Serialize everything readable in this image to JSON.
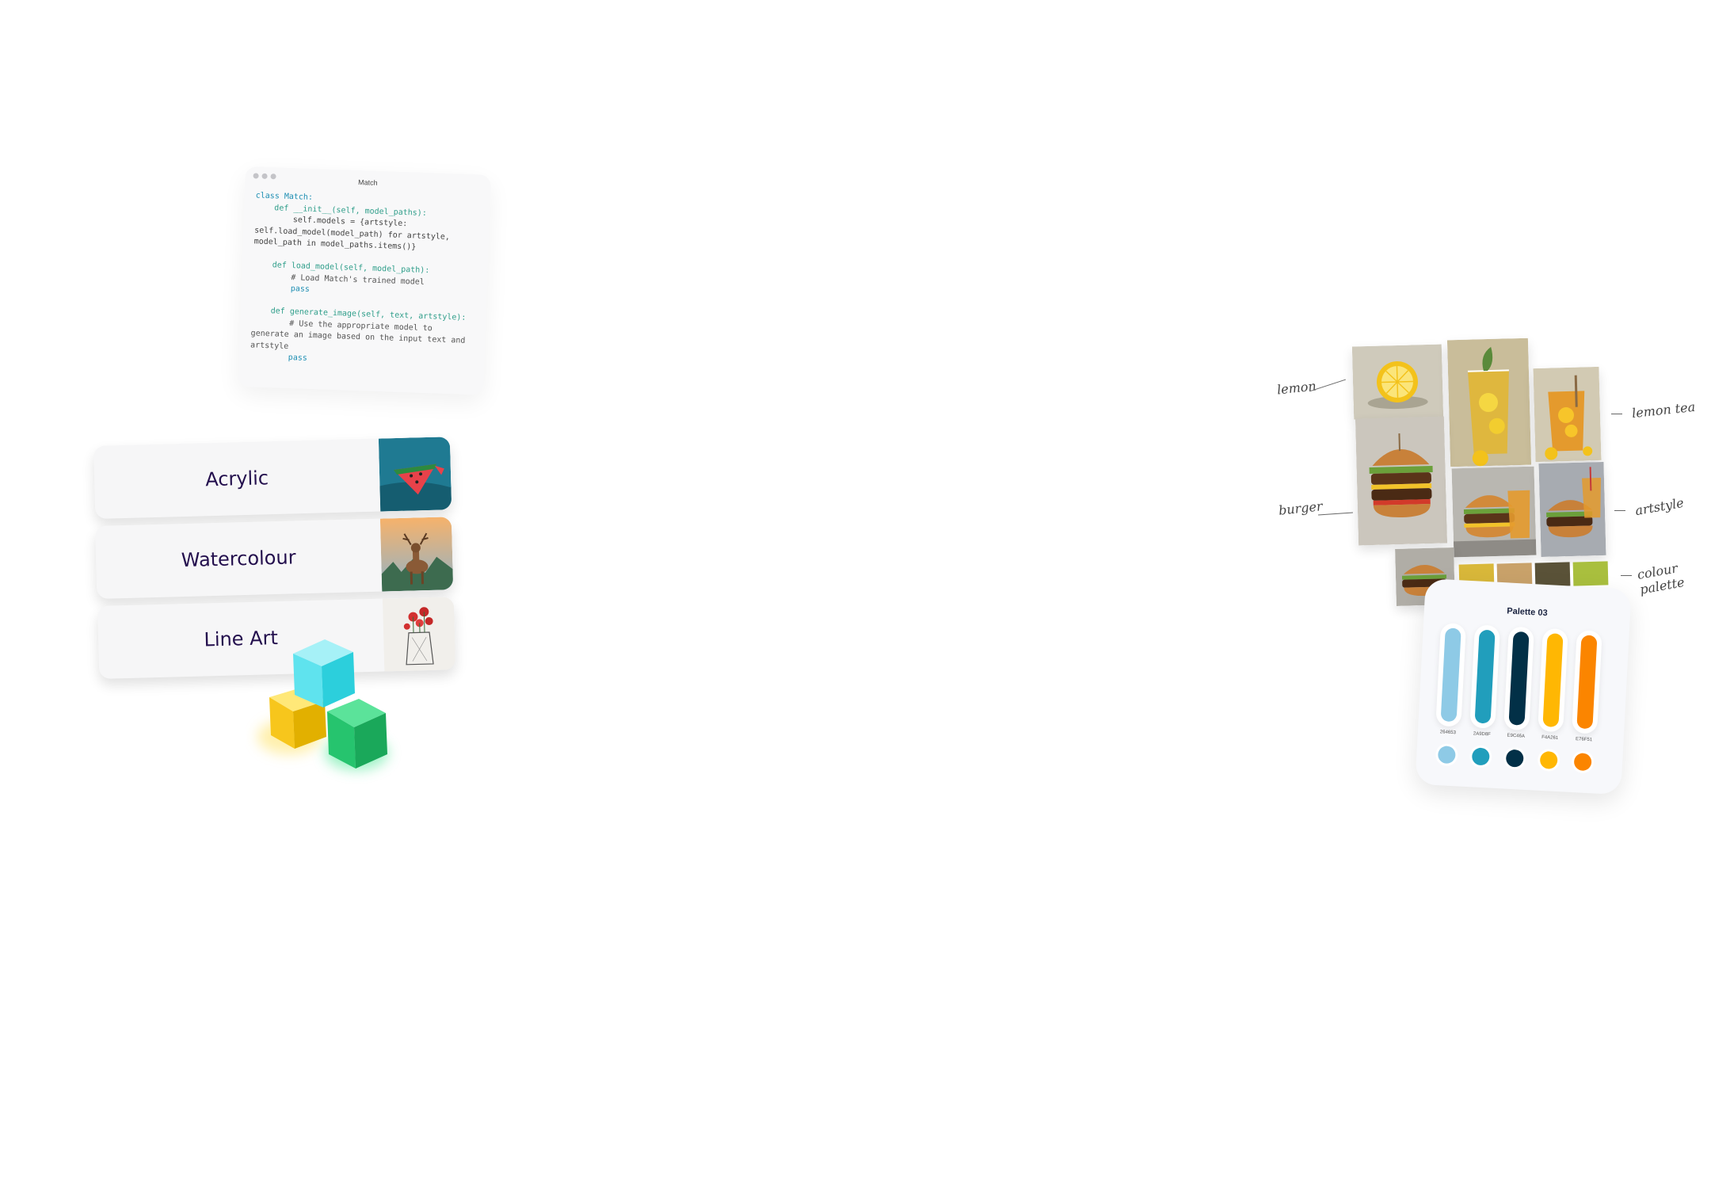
{
  "code_window": {
    "title": "Match",
    "lines": [
      {
        "kind": "kw",
        "text": "class Match:"
      },
      {
        "kind": "fn",
        "text": "    def __init__(self, model_paths):"
      },
      {
        "kind": "plain",
        "text": "        self.models = {artstyle:"
      },
      {
        "kind": "plain",
        "text": "self.load_model(model_path) for artstyle,"
      },
      {
        "kind": "plain",
        "text": "model_path in model_paths.items()}"
      },
      {
        "kind": "plain",
        "text": ""
      },
      {
        "kind": "fn",
        "text": "    def load_model(self, model_path):"
      },
      {
        "kind": "cm",
        "text": "        # Load Match's trained model"
      },
      {
        "kind": "kw",
        "text": "        pass"
      },
      {
        "kind": "plain",
        "text": ""
      },
      {
        "kind": "fn",
        "text": "    def generate_image(self, text, artstyle):"
      },
      {
        "kind": "cm",
        "text": "        # Use the appropriate model to"
      },
      {
        "kind": "cm",
        "text": "generate an image based on the input text and"
      },
      {
        "kind": "cm",
        "text": "artstyle"
      },
      {
        "kind": "kw",
        "text": "        pass"
      }
    ]
  },
  "style_cards": [
    {
      "label": "Acrylic"
    },
    {
      "label": "Watercolour"
    },
    {
      "label": "Line Art"
    }
  ],
  "mood_board": {
    "annotations": {
      "lemon": "lemon",
      "lemon_tea": "lemon tea",
      "burger": "burger",
      "artstyle": "artstyle",
      "colour_palette": "colour palette"
    },
    "palette_strip_colors": [
      "#d9b83a",
      "#c9a26a",
      "#5a5238",
      "#a9bf3e"
    ]
  },
  "palette": {
    "title": "Palette 03",
    "colors": [
      {
        "hex": "264653",
        "color": "#8ecae6"
      },
      {
        "hex": "2A9D8F",
        "color": "#219ebc"
      },
      {
        "hex": "E9C46A",
        "color": "#023047"
      },
      {
        "hex": "F4A261",
        "color": "#ffb703"
      },
      {
        "hex": "E76F51",
        "color": "#fb8500"
      }
    ]
  },
  "colors": {
    "card_text": "#230f4d",
    "cube_cyan": "#5fe3ee",
    "cube_yellow": "#ffd43a",
    "cube_green": "#2fd07a"
  }
}
